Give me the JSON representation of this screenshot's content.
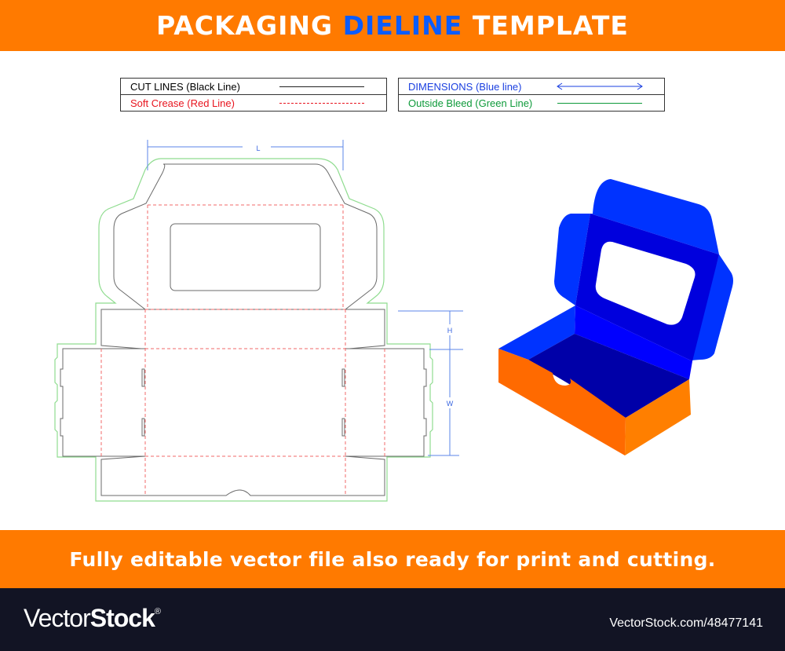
{
  "header": {
    "title_part1": "PACKAGING",
    "title_accent": "DIELINE",
    "title_part2": "TEMPLATE",
    "background_color": "#ff7a00",
    "accent_color": "#0a5cff"
  },
  "legend": {
    "left": [
      {
        "label": "CUT LINES (Black Line)",
        "color": "#000000",
        "style": "solid"
      },
      {
        "label": "Soft Crease (Red Line)",
        "color": "#e8141e",
        "style": "dashed"
      }
    ],
    "right": [
      {
        "label": "DIMENSIONS (Blue line)",
        "color": "#1a3fe0",
        "style": "double-arrow"
      },
      {
        "label": "Outside Bleed (Green Line)",
        "color": "#0e9a3a",
        "style": "solid"
      }
    ]
  },
  "dieline": {
    "dimension_labels": {
      "length": "L",
      "height": "H",
      "width": "W"
    },
    "cut_line_color": "#6b6b6b",
    "crease_color": "#f06a6a",
    "bleed_color": "#8fdc8f",
    "dimension_color": "#5b86e8"
  },
  "box_illustration": {
    "lid_outer_color": "#0033ff",
    "lid_inner_color": "#0000dd",
    "floor_color": "#0000a8",
    "front_color": "#ff6a00",
    "side_color": "#ff7f00"
  },
  "footer_banner": {
    "text": "Fully editable vector file also ready for print and cutting."
  },
  "footer": {
    "logo_thin": "Vector",
    "logo_bold": "Stock",
    "logo_mark": "®",
    "url": "VectorStock.com/48477141"
  }
}
